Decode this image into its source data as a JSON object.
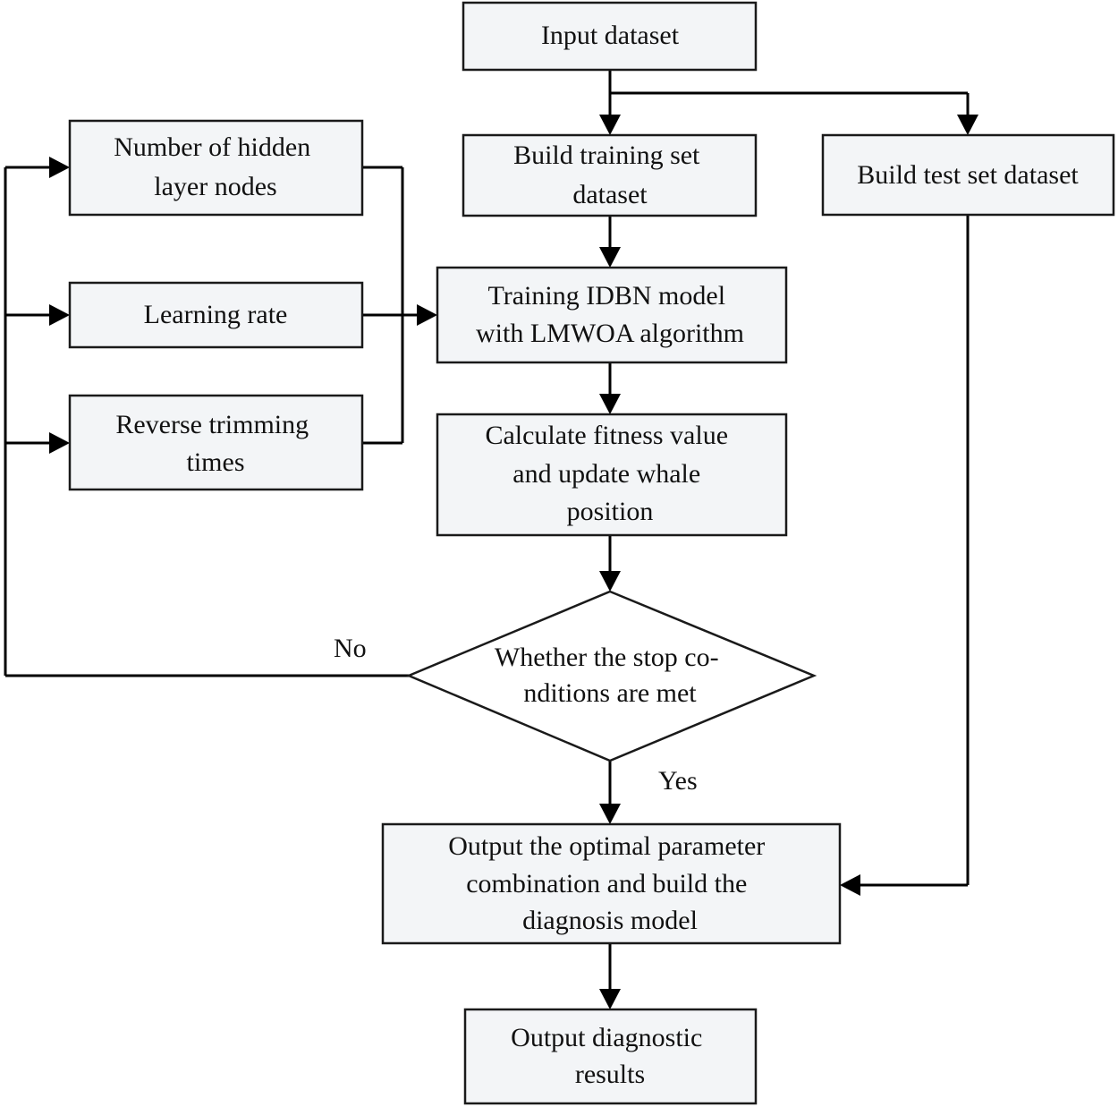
{
  "nodes": {
    "input_dataset": {
      "lines": [
        "Input dataset"
      ]
    },
    "build_training": {
      "lines": [
        "Build training set",
        "dataset"
      ]
    },
    "build_test": {
      "lines": [
        "Build test set dataset"
      ]
    },
    "hidden_nodes": {
      "lines": [
        "Number of hidden",
        "layer nodes"
      ]
    },
    "learning_rate": {
      "lines": [
        "Learning rate"
      ]
    },
    "reverse_trimming": {
      "lines": [
        "Reverse trimming",
        "times"
      ]
    },
    "training_idbn": {
      "lines": [
        "Training IDBN model",
        "with LMWOA algorithm"
      ]
    },
    "calc_fitness": {
      "lines": [
        "Calculate fitness value",
        "and update whale",
        "position"
      ]
    },
    "stop_condition": {
      "lines": [
        "Whether the stop co-",
        "nditions are met"
      ]
    },
    "output_optimal": {
      "lines": [
        "Output the optimal parameter",
        "combination and build the",
        "diagnosis model"
      ]
    },
    "output_results": {
      "lines": [
        "Output diagnostic",
        "results"
      ]
    }
  },
  "edge_labels": {
    "no": "No",
    "yes": "Yes"
  }
}
